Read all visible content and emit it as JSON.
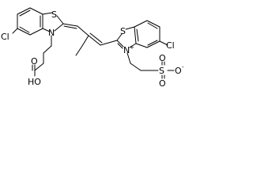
{
  "molecule": {
    "atoms": {
      "cl_left": "Cl",
      "s_left": "S",
      "n_left": "N",
      "o_acid_top": "O",
      "o_acid_bottom": "HO",
      "s_right": "S",
      "cl_right": "Cl",
      "n_right": "N",
      "n_right_charge": "+",
      "s_sulfonate": "S",
      "o_sulfonate_top": "O",
      "o_sulfonate_bottom": "O",
      "o_sulfonate_right": "O",
      "o_sulfonate_right_charge": "-"
    }
  }
}
